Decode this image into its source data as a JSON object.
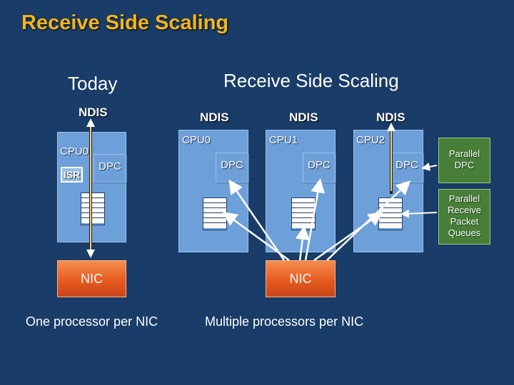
{
  "title": "Receive Side Scaling",
  "today": {
    "heading": "Today",
    "ndis": "NDIS",
    "cpu": "CPU0",
    "isr": "ISR",
    "dpc": "DPC",
    "nic": "NIC",
    "caption": "One processor per NIC"
  },
  "rss": {
    "heading": "Receive Side Scaling",
    "ndis": [
      "NDIS",
      "NDIS",
      "NDIS"
    ],
    "cpus": [
      "CPU0",
      "CPU1",
      "CPU2"
    ],
    "dpcs": [
      "DPC",
      "DPC",
      "DPC"
    ],
    "nic": "NIC",
    "caption": "Multiple processors per  NIC"
  },
  "legend": {
    "parallel_dpc": "Parallel DPC",
    "parallel_queues": "Parallel Receive Packet Queues"
  },
  "colors": {
    "background": "#193c68",
    "title": "#f5b519",
    "cpu_box": "#6d9fd9",
    "nic": "#e4571d",
    "legend": "#477e38"
  }
}
